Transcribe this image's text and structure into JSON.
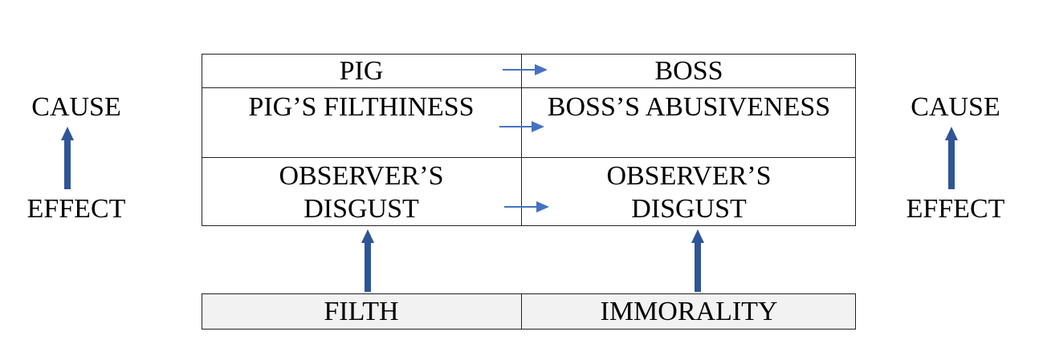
{
  "left_side": {
    "top_label": "CAUSE",
    "bottom_label": "EFFECT"
  },
  "right_side": {
    "top_label": "CAUSE",
    "bottom_label": "EFFECT"
  },
  "table": {
    "header": {
      "left": "PIG",
      "right": "BOSS"
    },
    "cause_row": {
      "left": "PIG’S FILTHINESS",
      "right": "BOSS’S ABUSIVENESS"
    },
    "effect_row": {
      "left_line1": "OBSERVER’S",
      "left_line2": "DISGUST",
      "right_line1": "OBSERVER’S",
      "right_line2": "DISGUST"
    }
  },
  "bottom_table": {
    "left": "FILTH",
    "right": "IMMORALITY"
  },
  "colors": {
    "thin_arrow": "#4472c4",
    "thick_arrow": "#2f5597",
    "border": "#222222",
    "bottom_fill": "#f2f2f2"
  }
}
